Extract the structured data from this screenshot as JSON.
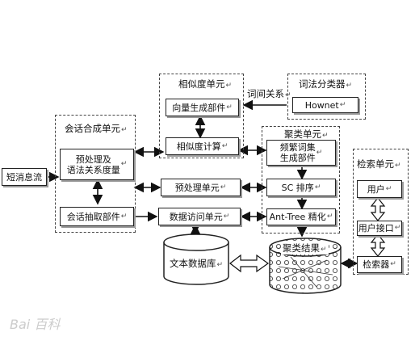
{
  "diagram": {
    "mark": "↵",
    "units": {
      "similarity": "相似度单元",
      "lexical": "词法分类器",
      "session": "会话合成单元",
      "clustering": "聚类单元",
      "retrieval": "检索单元"
    },
    "boxes": {
      "vector": "向量生成部件",
      "simcalc": "相似度计算",
      "hownet": "Hownet",
      "sms": "短消息流",
      "preproc_syntax": "预处理及\n语法关系度量",
      "session_extract": "会话抽取部件",
      "preproc_unit": "预处理单元",
      "data_access": "数据访问单元",
      "freq": "频繁词集\n生成部件",
      "sc": "SC 排序",
      "anttree": "Ant-Tree 精化",
      "user": "用户",
      "user_iface": "用户接口",
      "searcher": "检索器"
    },
    "edges": {
      "lexical_relation": "词间关系"
    },
    "stores": {
      "textdb": "文本数据库",
      "cluster_result": "聚类结果"
    },
    "watermark": "Bai 百科"
  }
}
